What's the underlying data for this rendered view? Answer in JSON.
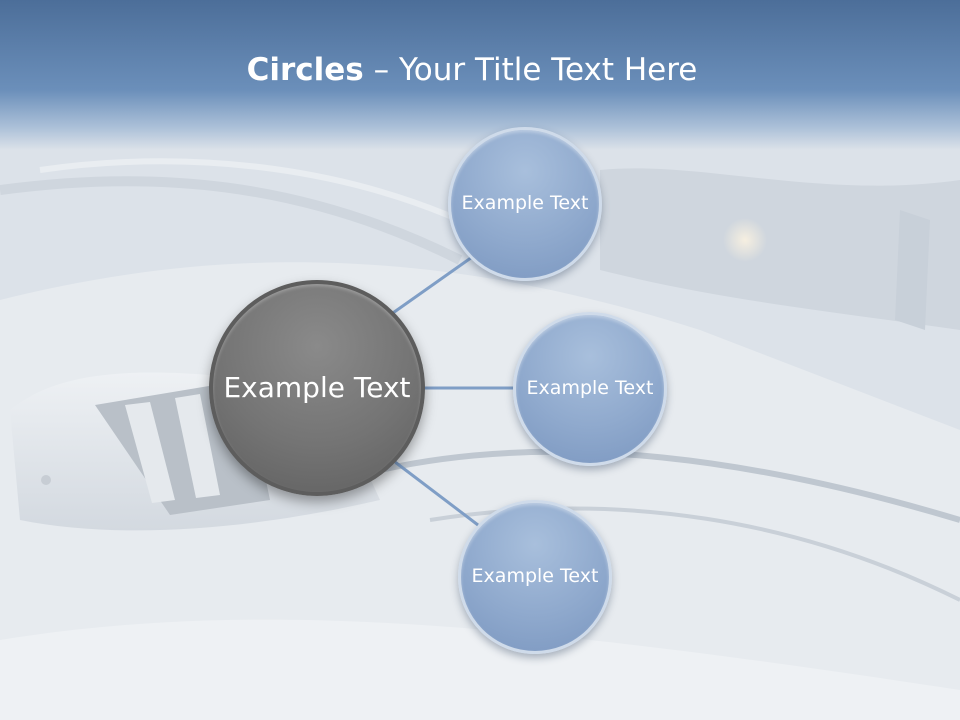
{
  "slide": {
    "title_bold": "Circles",
    "title_rest": " – Your Title Text Here"
  },
  "diagram": {
    "center": {
      "text": "Example Text"
    },
    "satellites": [
      {
        "text": "Example Text"
      },
      {
        "text": "Example Text"
      },
      {
        "text": "Example Text"
      }
    ]
  },
  "colors": {
    "title_band": "#5a7ea9",
    "center_fill": "#747474",
    "satellite_fill": "#8fa9cd",
    "connector": "#7f9ec6"
  }
}
